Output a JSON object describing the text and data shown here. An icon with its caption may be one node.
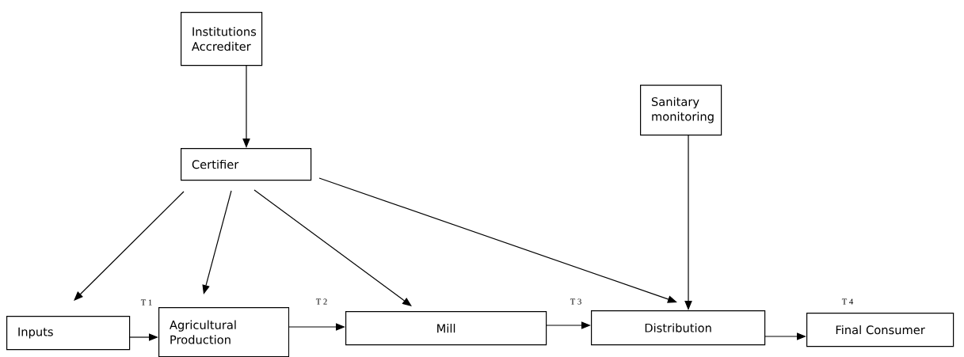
{
  "diagram": {
    "nodes": [
      {
        "text": [
          "Institutions Accrediter"
        ]
      },
      {
        "text": [
          "Sanitary monitoring"
        ]
      },
      {
        "text": [
          "Certifier"
        ]
      },
      {
        "text": [
          "Inputs"
        ]
      },
      {
        "text": [
          "Agricultural Production"
        ]
      },
      {
        "text": [
          "Mill"
        ]
      },
      {
        "text": [
          "Distribution"
        ]
      },
      {
        "text": [
          "Final Consumer"
        ]
      }
    ],
    "edges": [
      {
        "from": 0,
        "to": 2,
        "arrow": "to"
      },
      {
        "from": 2,
        "to": 3,
        "arrow": "to"
      },
      {
        "from": 2,
        "to": 4,
        "arrow": "to"
      },
      {
        "from": 2,
        "to": 5,
        "arrow": "to"
      },
      {
        "from": 2,
        "to": 6,
        "arrow": "to"
      },
      {
        "from": 1,
        "to": 6,
        "arrow": "to"
      },
      {
        "from": 3,
        "to": 4,
        "arrow": "to"
      },
      {
        "from": 4,
        "to": 5,
        "arrow": "to"
      },
      {
        "from": 5,
        "to": 6,
        "arrow": "to"
      },
      {
        "from": 6,
        "to": 7,
        "arrow": "to"
      }
    ],
    "labels": [
      "T 1",
      "T 2",
      "T 3",
      "T 4"
    ]
  }
}
